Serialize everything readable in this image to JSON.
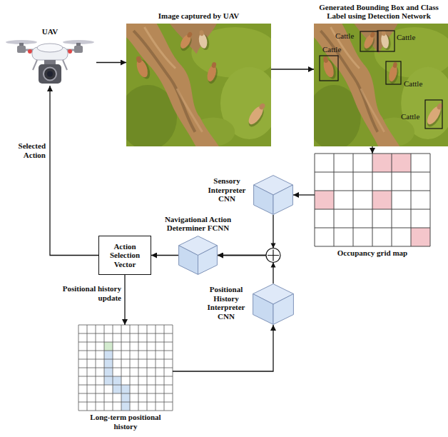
{
  "diagram": {
    "nodes": [
      {
        "text": [
          "UAV"
        ]
      },
      {
        "text": [
          "Image captured by UAV"
        ]
      },
      {
        "text": [
          "Generated Bounding Box and Class Label using Detection Network"
        ]
      },
      {
        "text": [
          "Occupancy grid map"
        ]
      },
      {
        "text": [
          "Sensory Interpreter CNN"
        ]
      },
      {
        "text": [
          "Navigational Action Determiner FCNN"
        ]
      },
      {
        "text": [
          "Action Selection Vector"
        ]
      },
      {
        "text": [
          "Positional History Interpreter CNN"
        ]
      },
      {
        "text": [
          "Long-term positional history"
        ]
      }
    ],
    "edges": [
      {
        "from": 0,
        "to": 1,
        "arrow": "to"
      },
      {
        "from": 1,
        "to": 2,
        "arrow": "to"
      },
      {
        "from": 2,
        "to": 3,
        "arrow": "to"
      },
      {
        "from": 3,
        "to": 4,
        "arrow": "to"
      },
      {
        "from": 4,
        "to": 5,
        "arrow": "to"
      },
      {
        "from": 7,
        "to": 5,
        "arrow": "to"
      },
      {
        "from": 5,
        "to": 6,
        "arrow": "to"
      },
      {
        "from": 6,
        "to": 0,
        "label": "Selected Action",
        "arrow": "to"
      },
      {
        "from": 6,
        "to": 8,
        "label": "Positional history update",
        "arrow": "to"
      },
      {
        "from": 8,
        "to": 7,
        "arrow": "to"
      }
    ],
    "labels": [
      "Cattle",
      "Cattle",
      "Cattle",
      "Cattle",
      "Cattle"
    ]
  }
}
